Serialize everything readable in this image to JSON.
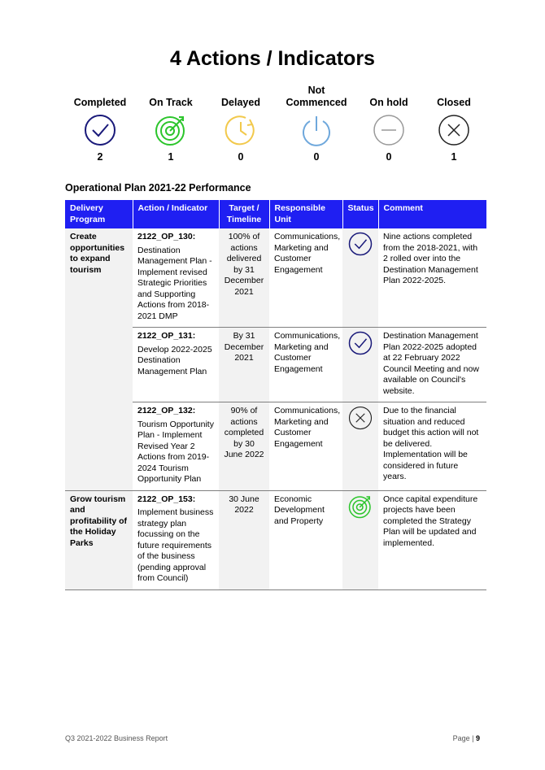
{
  "page": {
    "title": "4 Actions / Indicators"
  },
  "summary": [
    {
      "label": "Completed",
      "icon": "check-circle-icon",
      "color": "#1a1a7a",
      "count": "2"
    },
    {
      "label": "On Track",
      "icon": "target-icon",
      "color": "#2bc52b",
      "count": "1"
    },
    {
      "label": "Delayed",
      "icon": "clock-icon",
      "color": "#f2c94c",
      "count": "0"
    },
    {
      "label": "Not Commenced",
      "icon": "power-icon",
      "color": "#6fa8dc",
      "count": "0"
    },
    {
      "label": "On hold",
      "icon": "minus-circle-icon",
      "color": "#999999",
      "count": "0"
    },
    {
      "label": "Closed",
      "icon": "x-circle-icon",
      "color": "#222222",
      "count": "1"
    }
  ],
  "section": {
    "heading": "Operational Plan 2021-22 Performance"
  },
  "table": {
    "header_color": "#1f1ff2",
    "headers": [
      "Delivery Program",
      "Action / Indicator",
      "Target / Timeline",
      "Responsible Unit",
      "Status",
      "Comment"
    ],
    "rows": [
      {
        "program": "Create opportunities to expand tourism",
        "code": "2122_OP_130:",
        "action": "Destination Management Plan - Implement revised Strategic Priorities and Supporting Actions from 2018-2021 DMP",
        "target": "100% of actions delivered by 31 December 2021",
        "unit": "Communications, Marketing and Customer Engagement",
        "status": "completed",
        "comment": "Nine actions completed from the 2018-2021, with 2 rolled over into the Destination Management Plan 2022-2025."
      },
      {
        "program": "",
        "code": "2122_OP_131:",
        "action": "Develop 2022-2025 Destination Management Plan",
        "target": "By 31 December 2021",
        "unit": "Communications, Marketing and Customer Engagement",
        "status": "completed",
        "comment": "Destination Management Plan 2022-2025 adopted at 22 February 2022 Council Meeting and now available on Council's website."
      },
      {
        "program": "",
        "code": "2122_OP_132:",
        "action": "Tourism Opportunity Plan - Implement Revised Year 2 Actions from 2019-2024 Tourism Opportunity Plan",
        "target": "90% of actions completed by 30 June 2022",
        "unit": "Communications, Marketing and Customer Engagement",
        "status": "closed",
        "comment": "Due to the financial situation and reduced budget this action will not be delivered. Implementation will be considered in future years."
      },
      {
        "program": "Grow tourism and profitability of the Holiday Parks",
        "code": "2122_OP_153:",
        "action": "Implement business strategy plan focussing on the future requirements of the business (pending approval from Council)",
        "target": "30 June 2022",
        "unit": "Economic Development and Property",
        "status": "on-track",
        "comment": "Once capital expenditure projects have been completed the Strategy Plan will be updated and implemented."
      }
    ]
  },
  "footer": {
    "report": "Q3 2021-2022 Business Report",
    "page_label": "Page |",
    "page_number": "9"
  }
}
